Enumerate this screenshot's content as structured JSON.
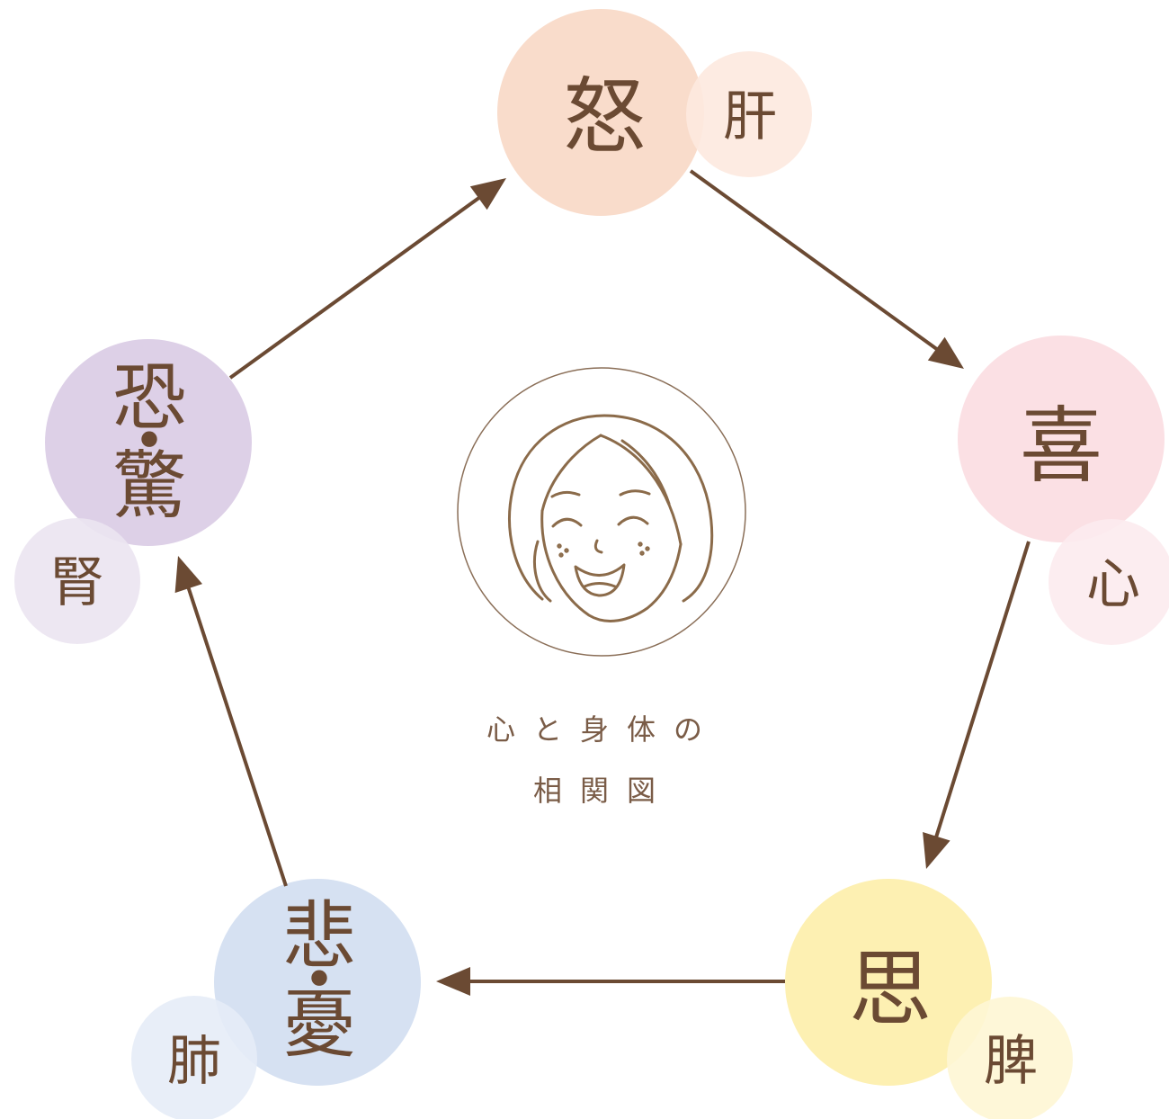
{
  "title": {
    "line1": "心と身体の",
    "line2": "相関図"
  },
  "colors": {
    "text": "#6b4a33",
    "title_text": "#7a5c47",
    "arrow": "#6b4a33",
    "face_line": "#8b6b4a",
    "center_ring": "#8a6e57"
  },
  "nodes": [
    {
      "emotion": "怒",
      "organ": "肝",
      "color": "#f9dccb",
      "organ_color": "#fde9df"
    },
    {
      "emotion": "喜",
      "organ": "心",
      "color": "#fbe0e4",
      "organ_color": "#fcebee"
    },
    {
      "emotion": "思",
      "organ": "脾",
      "color": "#fdf0b2",
      "organ_color": "#fef6d4"
    },
    {
      "emotion": "悲・憂",
      "organ": "肺",
      "color": "#d6e1f2",
      "organ_color": "#e6ecf7"
    },
    {
      "emotion": "恐・驚",
      "organ": "腎",
      "color": "#ddd0e7",
      "organ_color": "#ebe4f1"
    }
  ]
}
